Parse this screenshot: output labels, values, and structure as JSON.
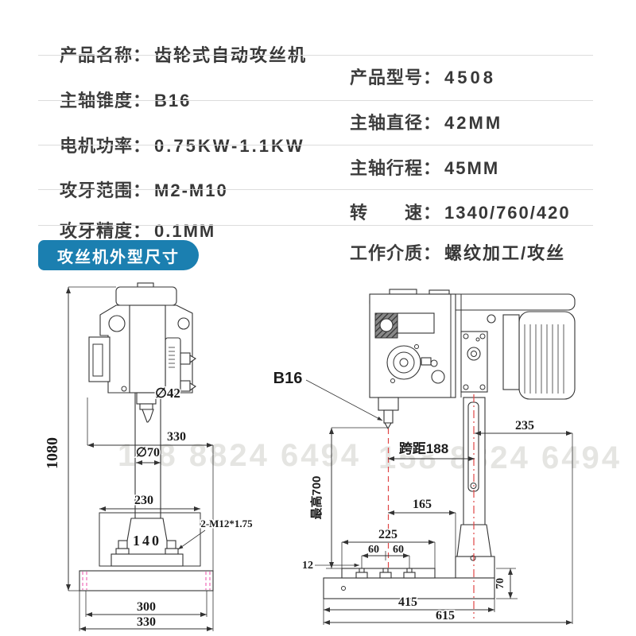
{
  "spec_table": {
    "rows": [
      {
        "label_left": "产品名称：",
        "value_left": "齿轮式自动攻丝机",
        "label_right": "产品型号：",
        "value_right": "4508"
      },
      {
        "label_left": "主轴锥度：",
        "value_left": "B16",
        "label_right": "主轴直径：",
        "value_right": "42MM"
      },
      {
        "label_left": "电机功率：",
        "value_left": "0.75KW-1.1KW",
        "label_right": "主轴行程：",
        "value_right": "45MM"
      },
      {
        "label_left": "攻牙范围：",
        "value_left": "M2-M10",
        "label_right": "转　　速：",
        "value_right": "1340/760/420"
      },
      {
        "label_left": "攻牙精度：",
        "value_left": "0.1MM",
        "label_right": "工作介质：",
        "value_right": "螺纹加工/攻丝"
      }
    ]
  },
  "section": {
    "header": "攻丝机外型尺寸",
    "header_bg": "#1b7fb0"
  },
  "drawing": {
    "watermark": "158 8824 6494",
    "front": {
      "overall_height": "1080",
      "head_width": "330",
      "spindle_dia": "∅42",
      "column_dia": "∅70",
      "bracket_width": "230",
      "clamp_width": "140",
      "bolt_spec": "2-M12*1.75",
      "base_inner_width": "300",
      "base_width": "330"
    },
    "side": {
      "spindle_taper": "B16",
      "span_label": "跨距188",
      "max_height_label": "最高700",
      "head_depth": "235",
      "slot_to_column": "165",
      "table_width": "225",
      "slot_pitch_left": "60",
      "slot_pitch_right": "60",
      "slot_width": "12",
      "base_height": "70",
      "base_length": "415",
      "overall_length": "615"
    }
  }
}
